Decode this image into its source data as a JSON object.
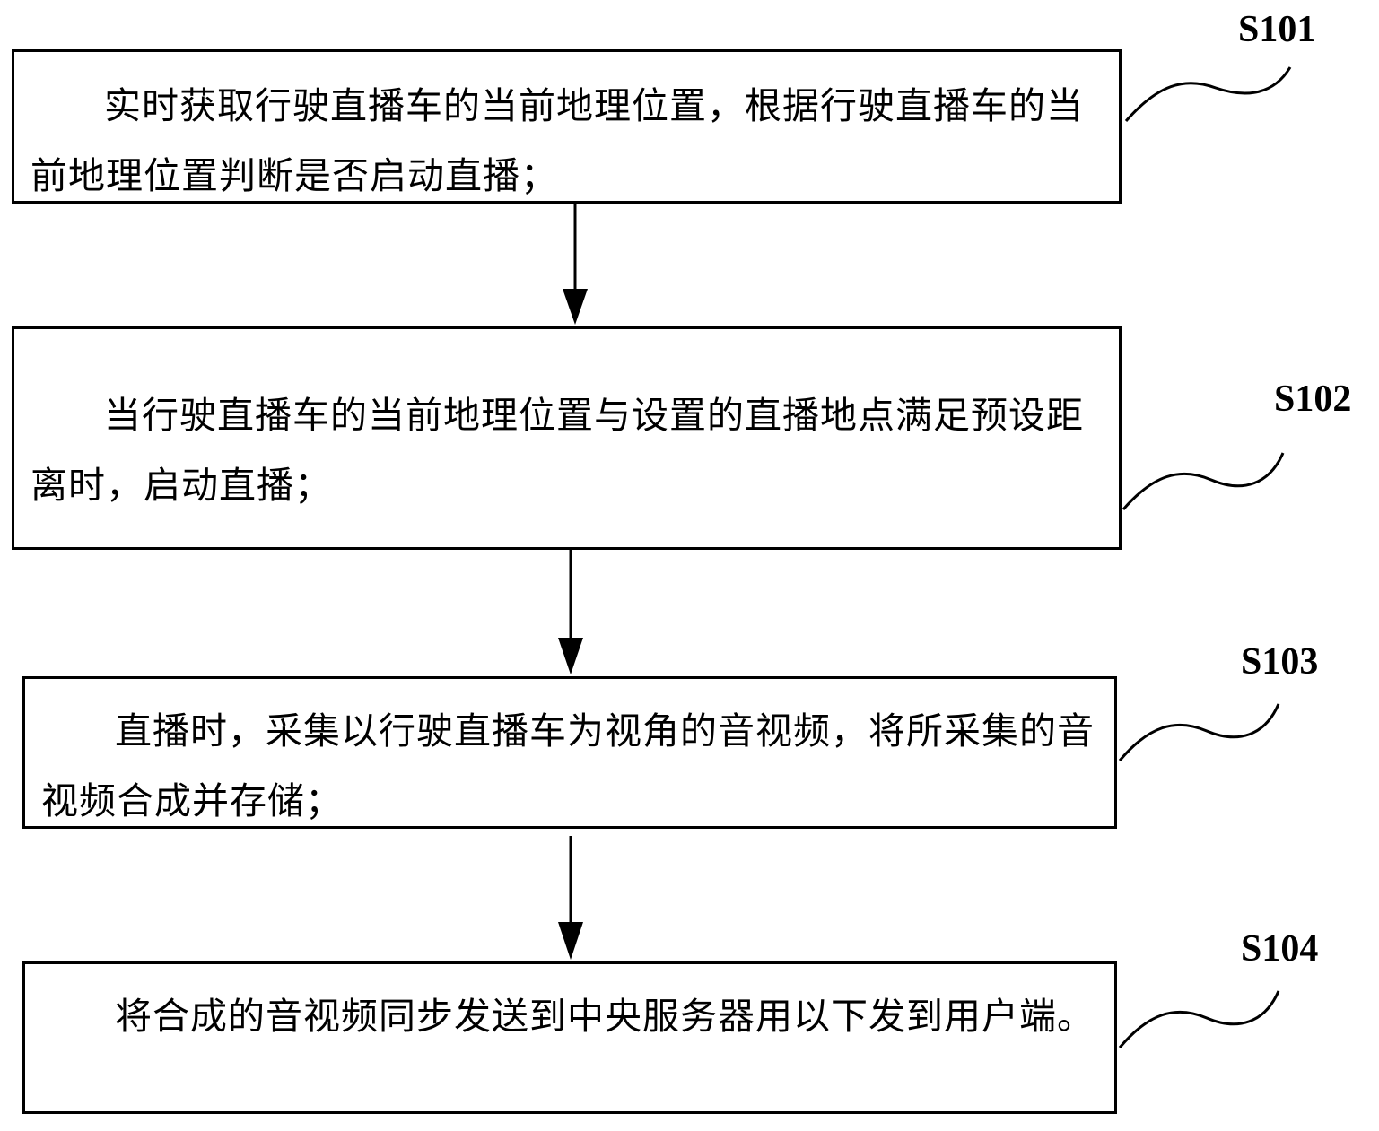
{
  "steps": [
    {
      "label": "S101",
      "text": "实时获取行驶直播车的当前地理位置，根据行驶直播车的当前地理位置判断是否启动直播；"
    },
    {
      "label": "S102",
      "text": "当行驶直播车的当前地理位置与设置的直播地点满足预设距离时，启动直播；"
    },
    {
      "label": "S103",
      "text": "直播时，采集以行驶直播车为视角的音视频，将所采集的音视频合成并存储；"
    },
    {
      "label": "S104",
      "text": "将合成的音视频同步发送到中央服务器用以下发到用户端。"
    }
  ]
}
